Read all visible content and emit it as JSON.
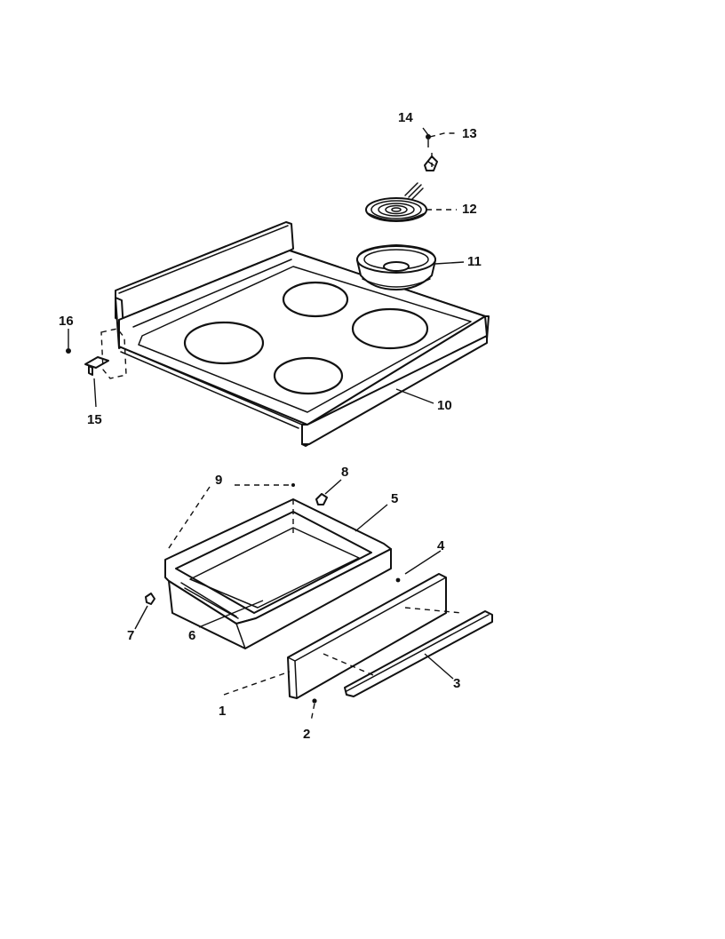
{
  "callouts": {
    "c1": "1",
    "c2": "2",
    "c3": "3",
    "c4": "4",
    "c5": "5",
    "c6": "6",
    "c7": "7",
    "c8": "8",
    "c9": "9",
    "c10": "10",
    "c11": "11",
    "c12": "12",
    "c13": "13",
    "c14": "14",
    "c15": "15",
    "c16": "16"
  },
  "colors": {
    "line": "#111111",
    "background": "#ffffff"
  }
}
